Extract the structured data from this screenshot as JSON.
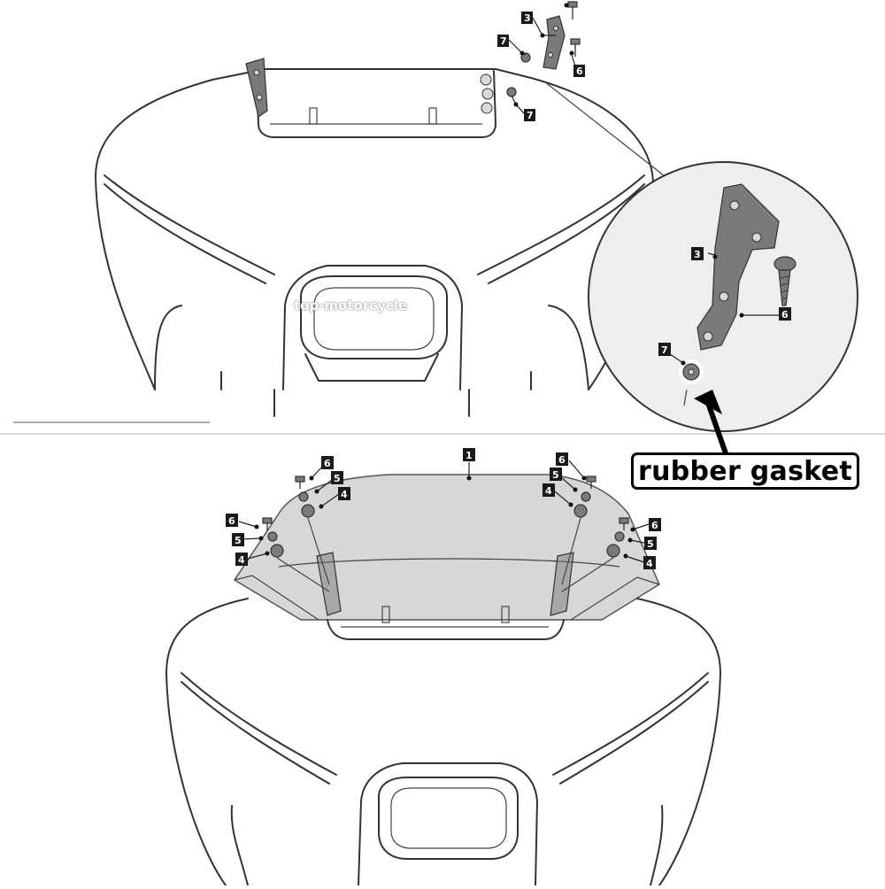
{
  "watermark": "top-motorcycle",
  "callout_label": "rubber gasket",
  "part_numbers": {
    "windshield": "1",
    "bracket": "3",
    "nut": "4",
    "washer": "5",
    "screw": "6",
    "rubber_gasket": "7"
  },
  "colors": {
    "line": "#333333",
    "screen_tint": "#c9c9c9",
    "part_fill": "#7a7a7a",
    "badge": "#1a1a1a",
    "label_border": "#000000"
  }
}
